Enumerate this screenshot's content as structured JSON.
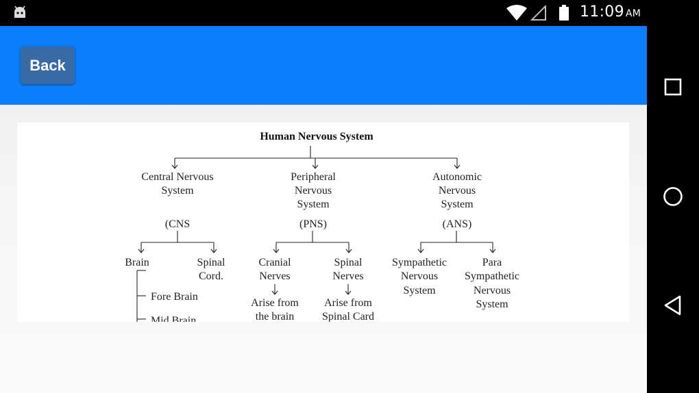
{
  "status_bar": {
    "time": "11:09",
    "ampm": "AM",
    "icons": [
      "android-icon",
      "wifi-icon",
      "signal-icon",
      "battery-icon"
    ]
  },
  "header": {
    "back_label": "Back",
    "accent_color": "#0a7ffc",
    "button_color": "#3a6aa6"
  },
  "diagram": {
    "title": "Human Nervous System",
    "cns": {
      "line1": "Central Nervous",
      "line2": "System",
      "abbr": "(CNS"
    },
    "pns": {
      "line1": "Peripheral",
      "line2": "Nervous",
      "line3": "System",
      "abbr": "(PNS)"
    },
    "ans": {
      "line1": "Autonomic",
      "line2": "Nervous",
      "line3": "System",
      "abbr": "(ANS)"
    },
    "brain": "Brain",
    "spinal_cord": {
      "line1": "Spinal",
      "line2": "Cord."
    },
    "fore_brain": "Fore Brain",
    "mid_brain": "Mid Brain",
    "cranial": {
      "line1": "Cranial",
      "line2": "Nerves",
      "line3": "Arise from",
      "line4": "the brain"
    },
    "spinal_nerves": {
      "line1": "Spinal",
      "line2": "Nerves",
      "line3": "Arise from",
      "line4": "Spinal Card"
    },
    "sympathetic": {
      "line1": "Sympathetic",
      "line2": "Nervous",
      "line3": "System"
    },
    "para": {
      "line1": "Para",
      "line2": "Sympathetic",
      "line3": "Nervous",
      "line4": "System"
    }
  },
  "nav_bar": {
    "icons": [
      "recents-icon",
      "home-icon",
      "back-icon"
    ]
  }
}
